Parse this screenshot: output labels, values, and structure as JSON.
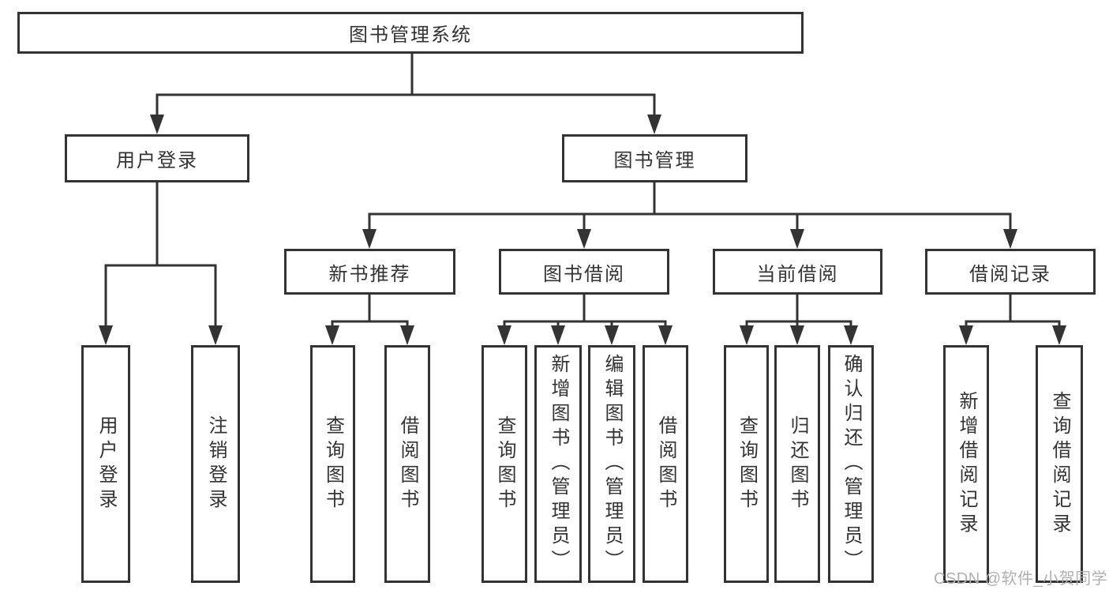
{
  "diagram": {
    "root": {
      "label": "图书管理系统"
    },
    "children": [
      {
        "label": "用户登录",
        "children": [
          {
            "label": "用户登录"
          },
          {
            "label": "注销登录"
          }
        ]
      },
      {
        "label": "图书管理",
        "children": [
          {
            "label": "新书推荐",
            "children": [
              {
                "label": "查询图书"
              },
              {
                "label": "借阅图书"
              }
            ]
          },
          {
            "label": "图书借阅",
            "children": [
              {
                "label": "查询图书"
              },
              {
                "label": "新增图书（管理员）"
              },
              {
                "label": "编辑图书（管理员）"
              },
              {
                "label": "借阅图书"
              }
            ]
          },
          {
            "label": "当前借阅",
            "children": [
              {
                "label": "查询图书"
              },
              {
                "label": "归还图书"
              },
              {
                "label": "确认归还（管理员）"
              }
            ]
          },
          {
            "label": "借阅记录",
            "children": [
              {
                "label": "新增借阅记录"
              },
              {
                "label": "查询借阅记录"
              }
            ]
          }
        ]
      }
    ]
  },
  "watermark": {
    "text": "CSDN @软件_小贺同学"
  },
  "colors": {
    "line": "#333333",
    "text": "#333333",
    "watermark": "#b0b0b0",
    "background": "#ffffff"
  }
}
